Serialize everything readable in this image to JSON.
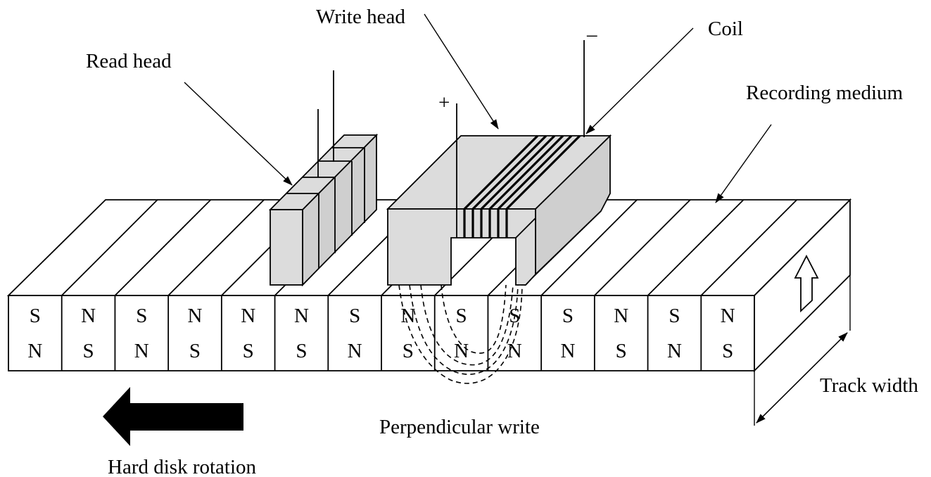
{
  "labels": {
    "write_head": "Write head",
    "coil": "Coil",
    "read_head": "Read head",
    "recording_medium": "Recording medium",
    "track_width": "Track width",
    "perpendicular_write": "Perpendicular write",
    "hard_disk_rotation": "Hard disk rotation",
    "plus": "+",
    "minus": "–"
  },
  "cells": [
    {
      "top": "S",
      "bottom": "N"
    },
    {
      "top": "N",
      "bottom": "S"
    },
    {
      "top": "S",
      "bottom": "N"
    },
    {
      "top": "N",
      "bottom": "S"
    },
    {
      "top": "N",
      "bottom": "S"
    },
    {
      "top": "N",
      "bottom": "S"
    },
    {
      "top": "S",
      "bottom": "N"
    },
    {
      "top": "N",
      "bottom": "S"
    },
    {
      "top": "S",
      "bottom": "N"
    },
    {
      "top": "S",
      "bottom": "N"
    },
    {
      "top": "S",
      "bottom": "N"
    },
    {
      "top": "N",
      "bottom": "S"
    },
    {
      "top": "S",
      "bottom": "N"
    },
    {
      "top": "N",
      "bottom": "S"
    }
  ]
}
